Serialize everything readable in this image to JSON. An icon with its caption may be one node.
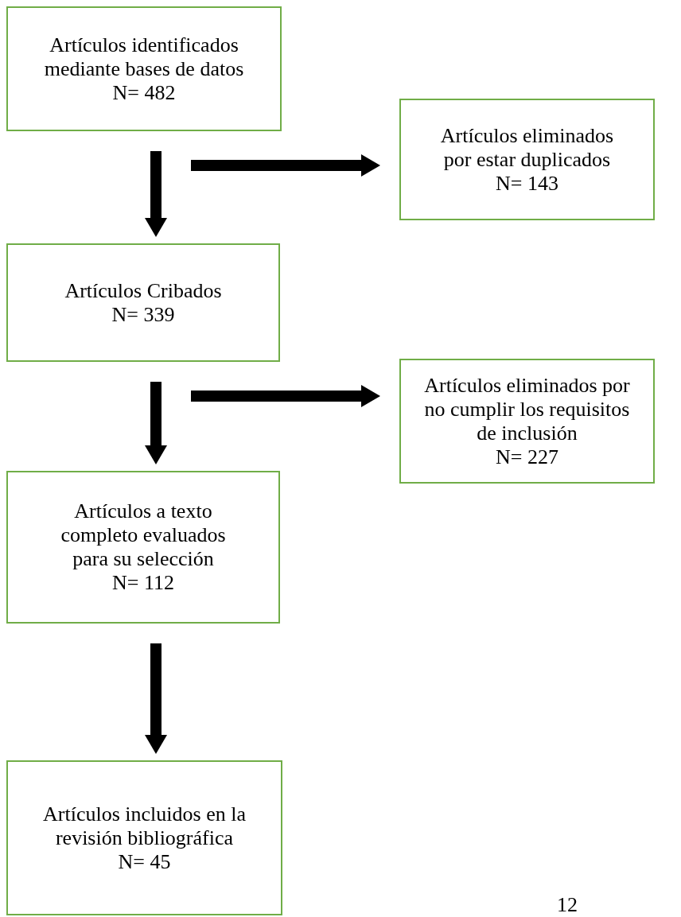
{
  "diagram": {
    "nodes": [
      {
        "text": [
          "Artículos identificados mediante bases de datos",
          "N= 482"
        ]
      },
      {
        "text": [
          "Artículos eliminados por estar duplicados",
          "N= 143"
        ]
      },
      {
        "text": [
          "Artículos Cribados",
          "N= 339"
        ]
      },
      {
        "text": [
          "Artículos eliminados por no cumplir los requisitos de inclusión",
          "N= 227"
        ]
      },
      {
        "text": [
          "Artículos a texto completo evaluados para su selección",
          "N= 112"
        ]
      },
      {
        "text": [
          "Artículos incluidos en la revisión bibliográfica",
          "N= 45"
        ]
      }
    ],
    "edges": [
      {
        "from": 0,
        "to": 2,
        "arrow": "to"
      },
      {
        "from": 0,
        "to": 1,
        "arrow": "to"
      },
      {
        "from": 2,
        "to": 4,
        "arrow": "to"
      },
      {
        "from": 2,
        "to": 3,
        "arrow": "to"
      },
      {
        "from": 4,
        "to": 5,
        "arrow": "to"
      }
    ],
    "labels": [
      "12"
    ]
  }
}
